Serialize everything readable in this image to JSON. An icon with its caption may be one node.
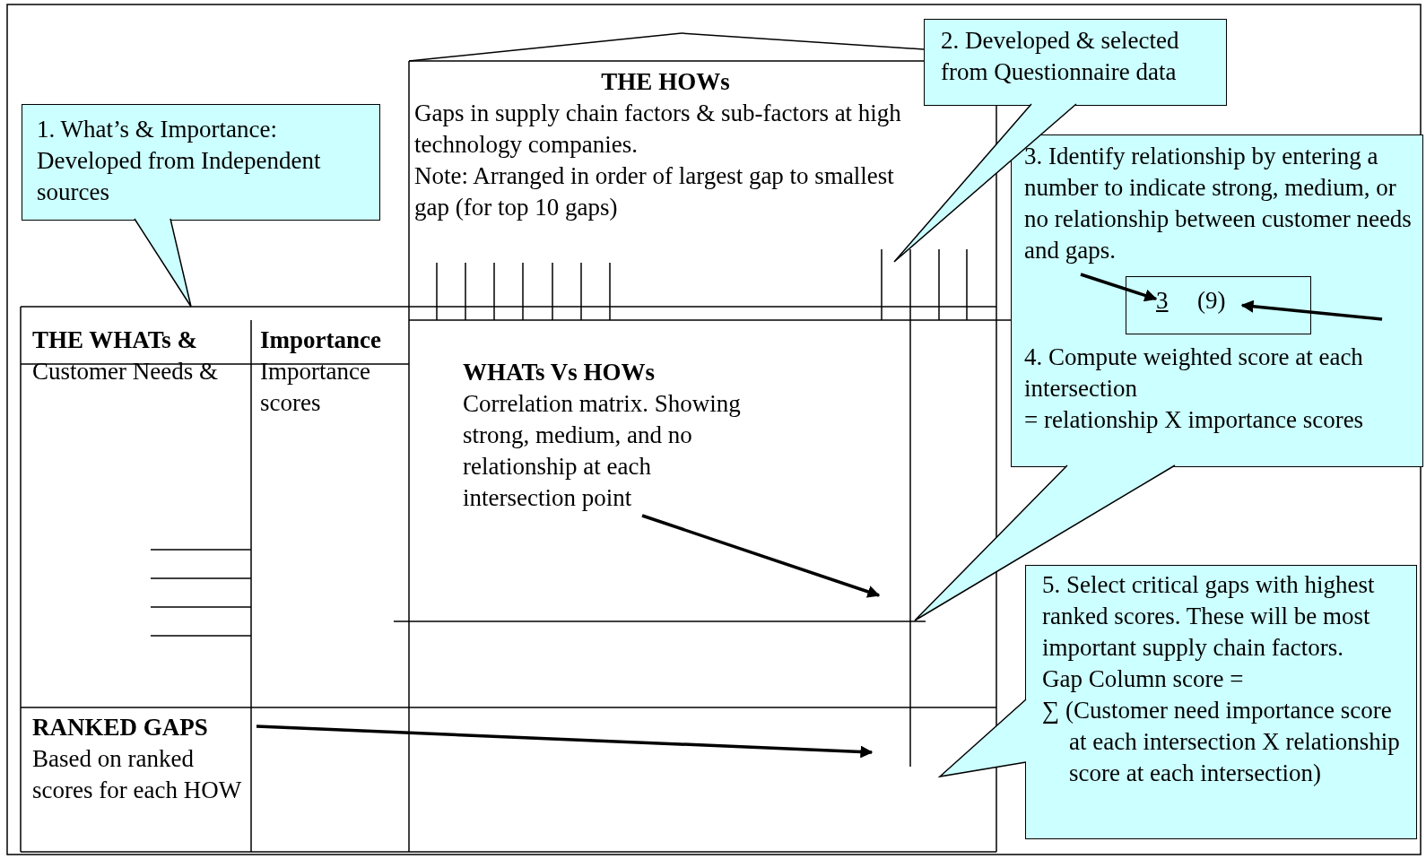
{
  "diagram": {
    "nodes": [
      {
        "text": [
          "1. What’s & Importance: Developed from Independent sources"
        ]
      },
      {
        "text": [
          "THE HOWs",
          "Gaps in supply chain factors & sub-factors at high  technology companies.",
          "Note: Arranged in order of  largest gap to smallest gap (for top 10 gaps)"
        ]
      },
      {
        "text": [
          "2. Developed & selected from Questionnaire data"
        ]
      },
      {
        "text": [
          "3. Identify relationship by entering a number to indicate strong, medium, or no relationship between customer needs and gaps.",
          "4. Compute weighted score at each intersection",
          "= relationship X importance scores"
        ]
      },
      {
        "text": [],
        "shape": "box",
        "in": 3
      },
      {
        "text": [
          "3"
        ],
        "in": 4
      },
      {
        "text": [
          "(9)"
        ],
        "in": 4
      },
      {
        "text": [
          "THE WHATs  &",
          "Customer Needs &"
        ]
      },
      {
        "text": [
          "Importance",
          "Importance scores"
        ]
      },
      {
        "text": [
          "WHATs Vs  HOWs",
          "Correlation matrix. Showing strong, medium, and no relationship at each intersection point"
        ]
      },
      {
        "text": [
          "RANKED GAPS",
          "Based on ranked scores for each HOW"
        ]
      },
      {
        "text": [
          "5. Select critical gaps with highest ranked scores. These will be most important supply chain factors.",
          "Gap Column score =",
          "∑ (Customer need importance score at each intersection  X relationship score at each intersection)"
        ]
      }
    ],
    "edges": [
      {
        "from": null,
        "to": 5,
        "arrow": "to"
      },
      {
        "from": null,
        "to": 6,
        "arrow": "to"
      },
      {
        "from": 9,
        "to": null,
        "arrow": "to"
      },
      {
        "from": 10,
        "to": null,
        "arrow": "to"
      }
    ]
  }
}
